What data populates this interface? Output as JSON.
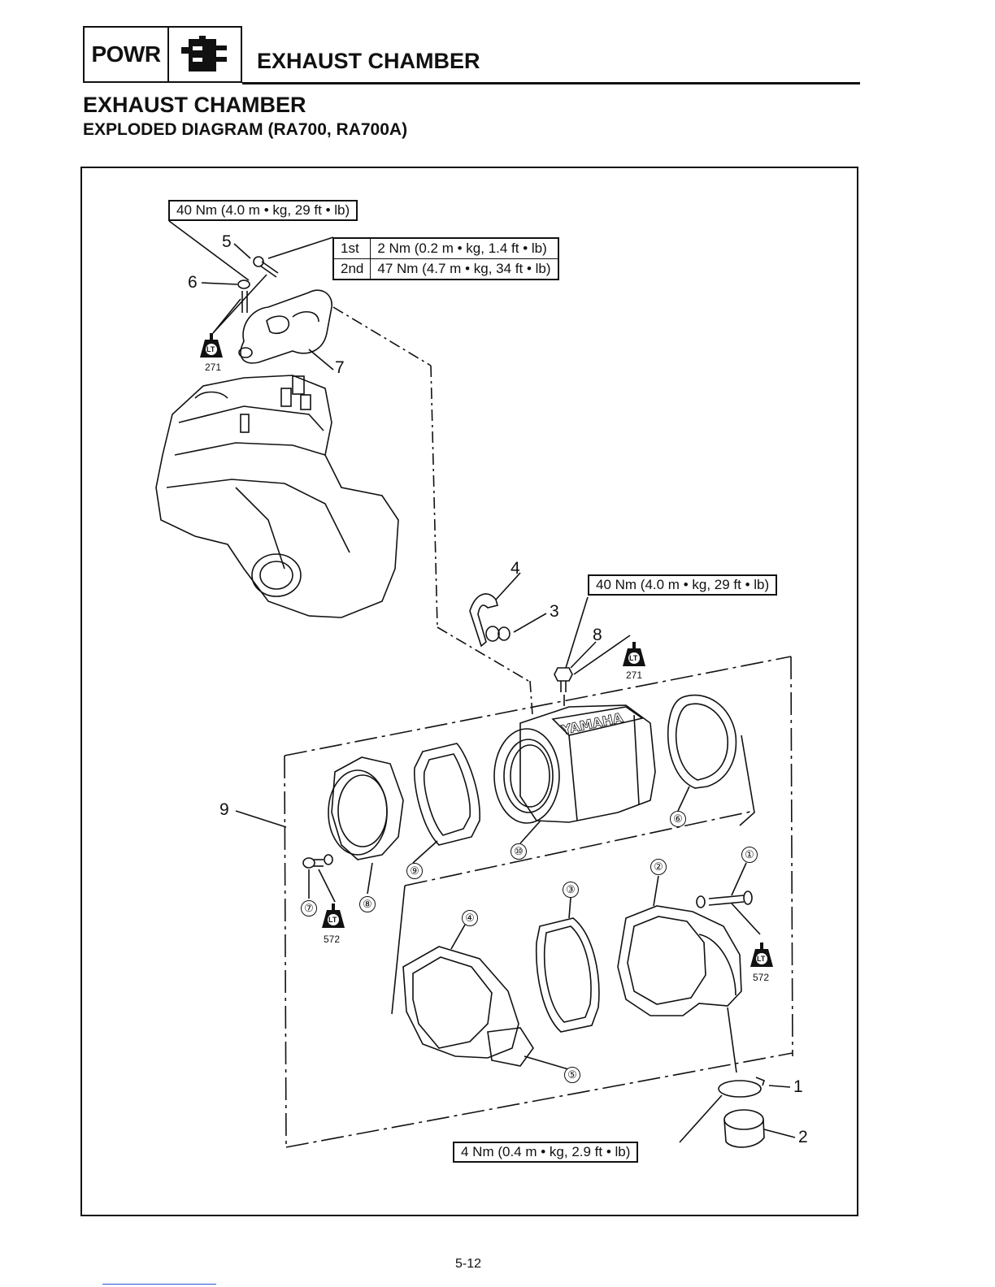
{
  "header": {
    "section_code": "POWR",
    "title": "EXHAUST CHAMBER"
  },
  "page": {
    "title": "EXHAUST CHAMBER",
    "subtitle": "EXPLODED DIAGRAM (RA700, RA700A)",
    "page_number": "5-12"
  },
  "diagram": {
    "torque_specs": {
      "manifold_bolt": "40 Nm (4.0 m • kg, 29 ft • lb)",
      "manifold_stage1_label": "1st",
      "manifold_stage1_value": "2 Nm (0.2 m • kg, 1.4 ft • lb)",
      "manifold_stage2_label": "2nd",
      "manifold_stage2_value": "47 Nm (4.7 m • kg, 34 ft • lb)",
      "chamber_bolt": "40 Nm (4.0 m • kg, 29 ft • lb)",
      "hose_clamp": "4 Nm (0.4 m • kg, 2.9 ft • lb)"
    },
    "callouts": [
      "1",
      "2",
      "3",
      "4",
      "5",
      "6",
      "7",
      "8",
      "9"
    ],
    "circled_numbers": [
      "①",
      "②",
      "③",
      "④",
      "⑤",
      "⑥",
      "⑦",
      "⑧",
      "⑨",
      "⑩"
    ],
    "loctite_codes": [
      "271",
      "271",
      "572",
      "572"
    ],
    "loctite_icon_label": "LT",
    "brand_mark": "YAMAHA"
  }
}
